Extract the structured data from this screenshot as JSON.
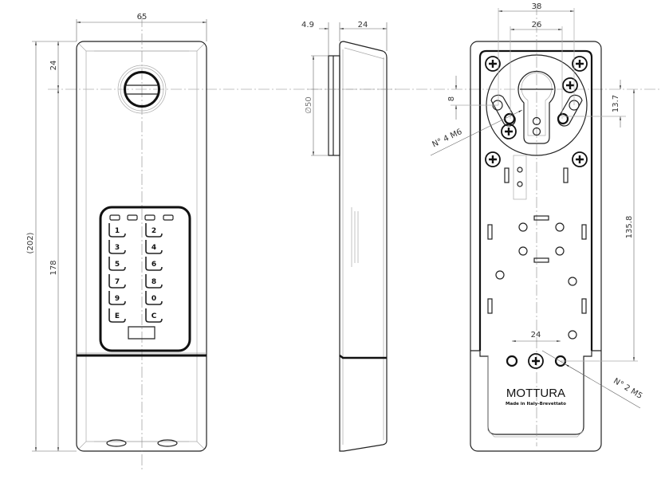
{
  "front_view": {
    "dim_width": "65",
    "dim_top_to_knob": "24",
    "dim_knob_to_bottom": "178",
    "dim_overall_height": "(202)",
    "keypad_keys": [
      "1",
      "2",
      "3",
      "4",
      "5",
      "6",
      "7",
      "8",
      "9",
      "0",
      "E",
      "C"
    ]
  },
  "side_view": {
    "dim_plate": "4.9",
    "dim_depth": "24",
    "dim_diameter": "∅50"
  },
  "rear_view": {
    "dim_outer_span": "38",
    "dim_inner_span": "26",
    "dim_offset": "8",
    "dim_cam": "13.7",
    "dim_vertical": "135.8",
    "dim_bottom_span": "24",
    "note_m6": "N° 4 M6",
    "note_m5": "N° 2 M5",
    "brand": "MOTTURA",
    "brand_subtitle": "Made in Italy-Brevettato"
  }
}
